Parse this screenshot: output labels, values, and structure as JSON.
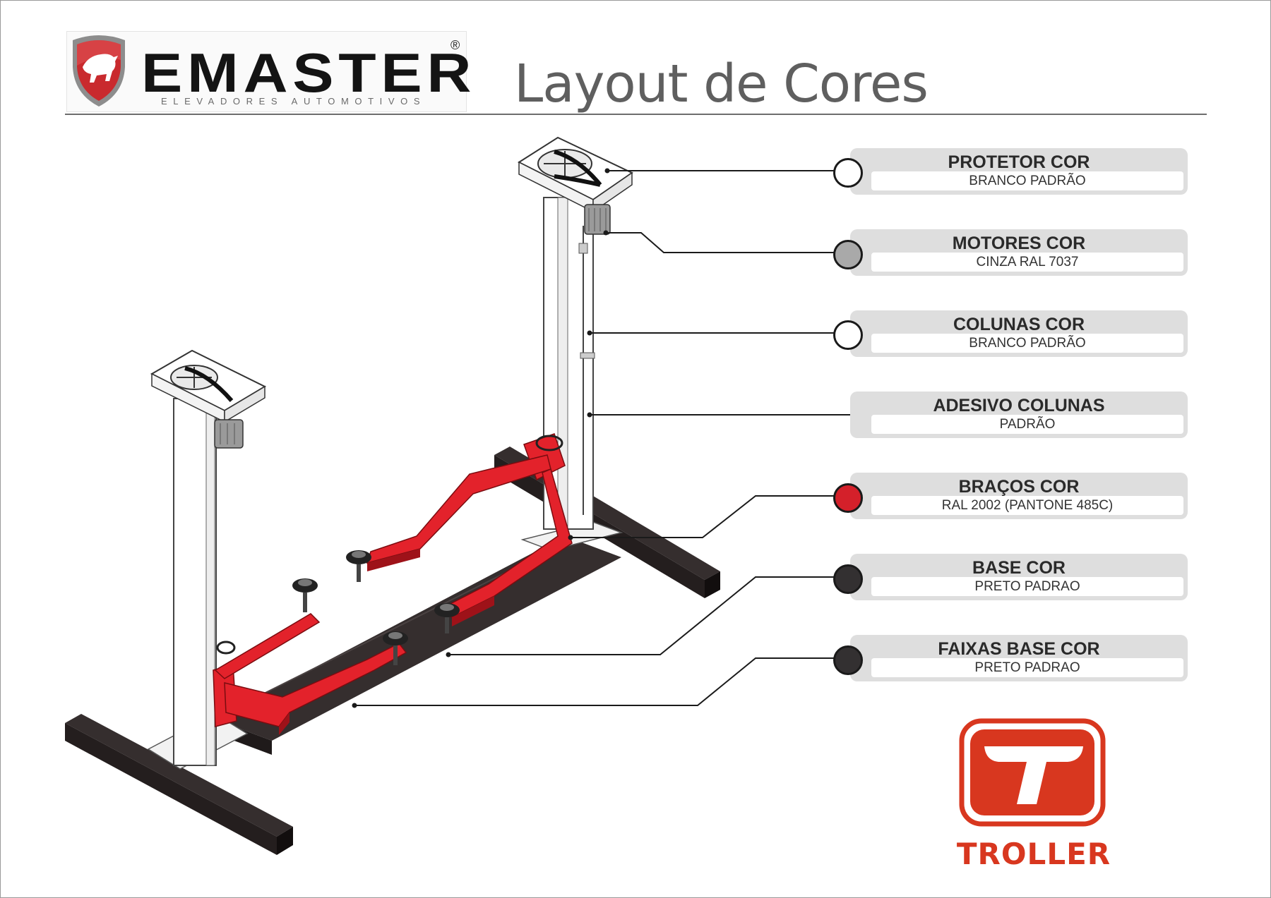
{
  "header": {
    "title": "Layout de Cores",
    "brand": {
      "name": "EMASTER",
      "tagline": "ELEVADORES AUTOMOTIVOS",
      "registered_mark": "®"
    }
  },
  "labels": [
    {
      "title": "PROTETOR COR",
      "value": "BRANCO PADRÃO",
      "swatch": "#ffffff"
    },
    {
      "title": "MOTORES COR",
      "value": "CINZA RAL 7037",
      "swatch": "#a9a9a9"
    },
    {
      "title": "COLUNAS COR",
      "value": "BRANCO PADRÃO",
      "swatch": "#ffffff"
    },
    {
      "title": "ADESIVO COLUNAS",
      "value": "PADRÃO",
      "swatch": ""
    },
    {
      "title": "BRAÇOS COR",
      "value": "RAL 2002 (PANTONE 485C)",
      "swatch": "#d4202a"
    },
    {
      "title": "BASE COR",
      "value": "PRETO PADRAO",
      "swatch": "#333031"
    },
    {
      "title": "FAIXAS BASE  COR",
      "value": "PRETO PADRAO",
      "swatch": "#333031"
    }
  ],
  "footer_brand": {
    "name": "TROLLER",
    "color": "#d8371f"
  },
  "colors": {
    "arms": "#e3222b",
    "base": "#352e2e",
    "motor": "#9a9a9a",
    "column": "#ffffff",
    "logo_red": "#c92a2e",
    "troller_red": "#d8371f"
  }
}
